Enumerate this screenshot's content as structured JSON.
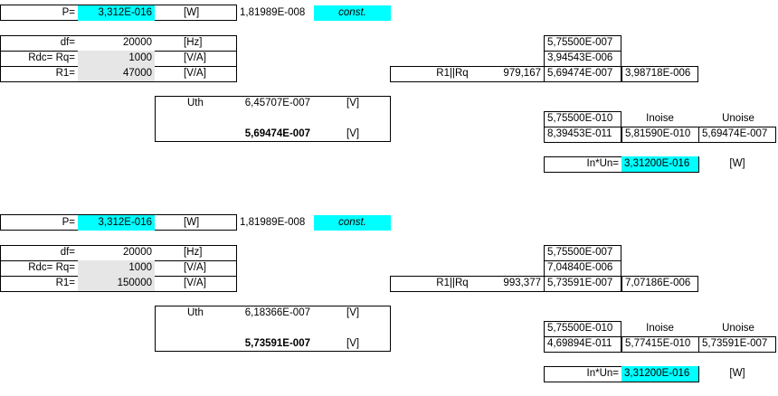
{
  "blocks": [
    {
      "p_label": "P=",
      "p_value": "3,312E-016",
      "p_unit": "[W]",
      "p_extra": "1,81989E-008",
      "p_const": "const.",
      "df_label": "df=",
      "df_value": "20000",
      "df_unit": "[Hz]",
      "rdc_label": "Rdc= Rq=",
      "rdc_value": "1000",
      "rdc_unit": "[V/A]",
      "r1_label": "R1=",
      "r1_value": "47000",
      "r1_unit": "[V/A]",
      "uth_label": "Uth",
      "uth_value": "6,45707E-007",
      "uth_unit": "[V]",
      "uth_value2": "5,69474E-007",
      "uth_unit2": "[V]",
      "par_label": "R1||Rq",
      "par_value": "979,167",
      "col_v1": "5,75500E-007",
      "col_v2": "3,94543E-006",
      "col_v3": "5,69474E-007",
      "col_v4": "3,98718E-006",
      "n_v1": "5,75500E-010",
      "n_v2": "8,39453E-011",
      "inoise_label": "Inoise",
      "inoise_value": "5,81590E-010",
      "unoise_label": "Unoise",
      "unoise_value": "5,69474E-007",
      "inun_label": "In*Un=",
      "inun_value": "3,31200E-016",
      "inun_unit": "[W]"
    },
    {
      "p_label": "P=",
      "p_value": "3,312E-016",
      "p_unit": "[W]",
      "p_extra": "1,81989E-008",
      "p_const": "const.",
      "df_label": "df=",
      "df_value": "20000",
      "df_unit": "[Hz]",
      "rdc_label": "Rdc= Rq=",
      "rdc_value": "1000",
      "rdc_unit": "[V/A]",
      "r1_label": "R1=",
      "r1_value": "150000",
      "r1_unit": "[V/A]",
      "uth_label": "Uth",
      "uth_value": "6,18366E-007",
      "uth_unit": "[V]",
      "uth_value2": "5,73591E-007",
      "uth_unit2": "[V]",
      "par_label": "R1||Rq",
      "par_value": "993,377",
      "col_v1": "5,75500E-007",
      "col_v2": "7,04840E-006",
      "col_v3": "5,73591E-007",
      "col_v4": "7,07186E-006",
      "n_v1": "5,75500E-010",
      "n_v2": "4,69894E-011",
      "inoise_label": "Inoise",
      "inoise_value": "5,77415E-010",
      "unoise_label": "Unoise",
      "unoise_value": "5,73591E-007",
      "inun_label": "In*Un=",
      "inun_value": "3,31200E-016",
      "inun_unit": "[W]"
    }
  ]
}
